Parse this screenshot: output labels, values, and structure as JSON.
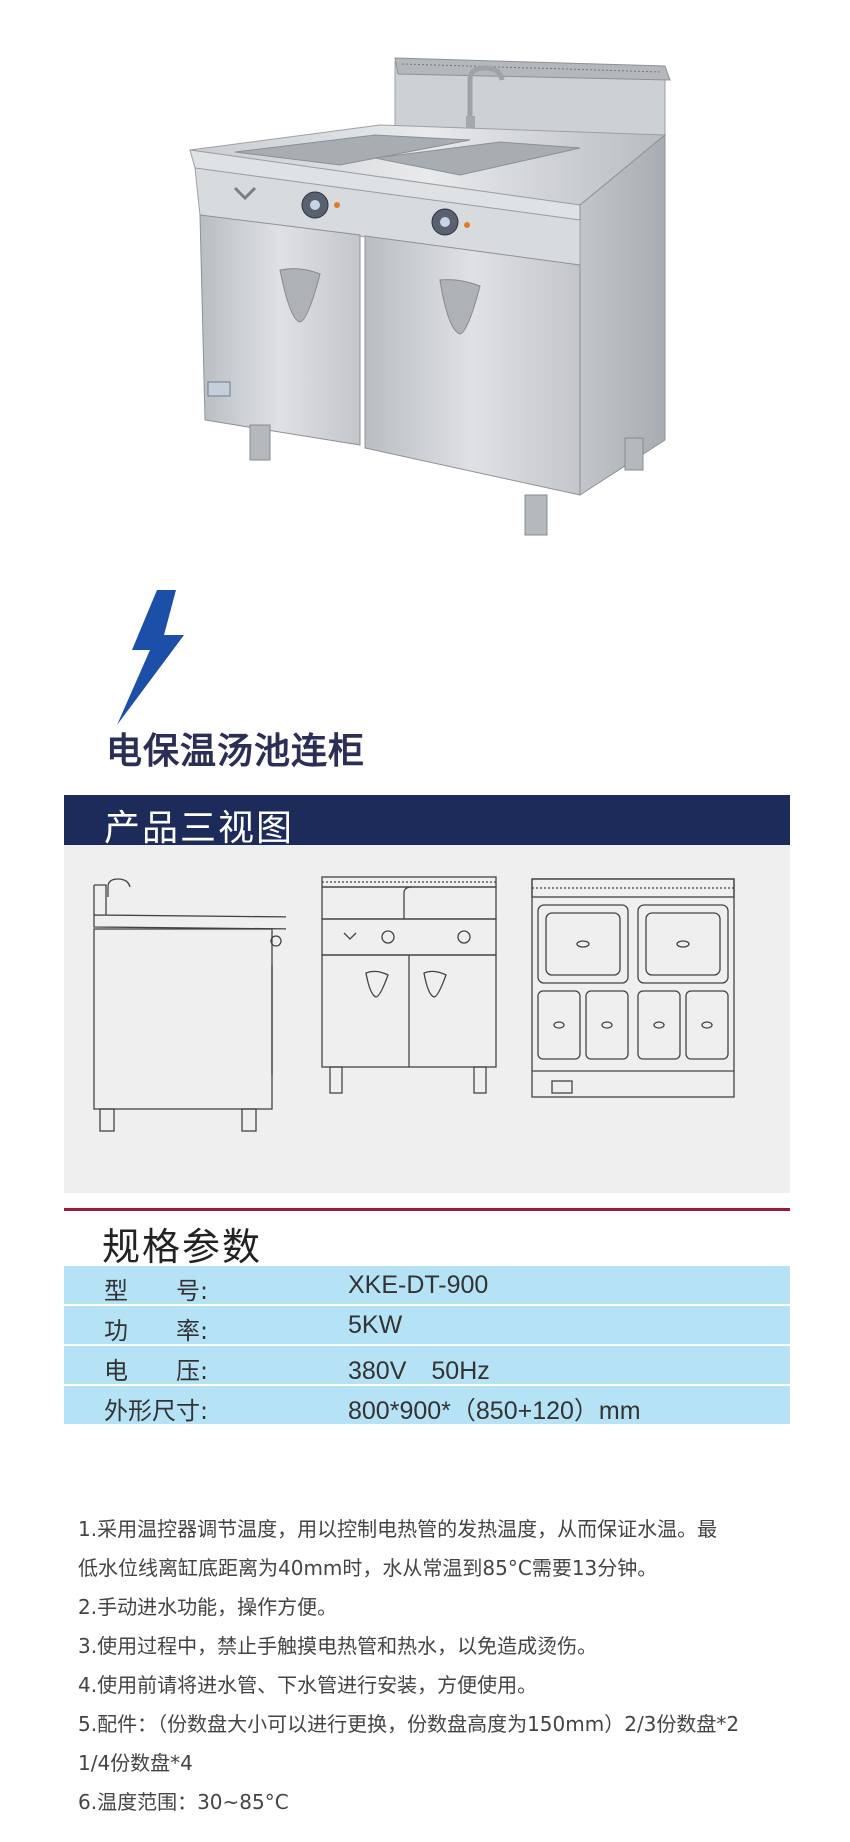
{
  "product": {
    "name": "电保温汤池连柜",
    "photo_icon": "product-photo"
  },
  "sections": {
    "views_title": "产品三视图",
    "specs_title": "规格参数"
  },
  "specs": [
    {
      "label": "型　　号:",
      "value": "XKE-DT-900"
    },
    {
      "label": "功　　率:",
      "value": "5KW"
    },
    {
      "label": "电　　压:",
      "value": "380V　50Hz"
    },
    {
      "label": "外形尺寸:",
      "value": "800*900*（850+120）mm"
    }
  ],
  "notes": [
    "1.采用温控器调节温度，用以控制电热管的发热温度，从而保证水温。最",
    "低水位线离缸底距离为40mm时，水从常温到85°C需要13分钟。",
    "2.手动进水功能，操作方便。",
    "3.使用过程中，禁止手触摸电热管和热水，以免造成烫伤。",
    "4.使用前请将进水管、下水管进行安装，方便使用。",
    "5.配件：（份数盘大小可以进行更换，份数盘高度为150mm）2/3份数盘*2",
    "1/4份数盘*4",
    "6.温度范围：30~85°C"
  ],
  "colors": {
    "navy": "#1d2b5a",
    "table_bg": "#b6e2f6",
    "divider": "#9b1b3a",
    "bolt": "#1b4fa8"
  },
  "icons": [
    "lightning-bolt-icon",
    "side-view-drawing",
    "front-view-drawing",
    "top-view-drawing"
  ]
}
